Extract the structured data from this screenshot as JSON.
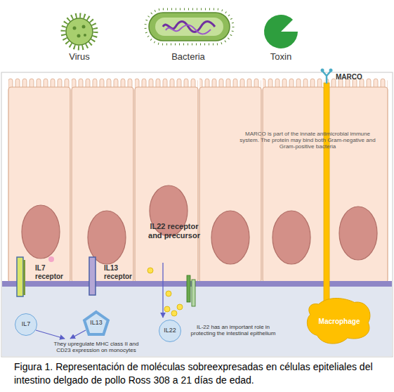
{
  "diagram": {
    "caption": "Figura 1. Representación de moléculas sobreexpresadas en células epiteliales del intestino delgado de pollo Ross 308 a 21 días de edad.",
    "nodes": [
      {
        "text": [
          "IL7"
        ]
      },
      {
        "text": [
          "IL13"
        ]
      },
      {
        "text": [
          "IL22"
        ]
      },
      {
        "text": [
          "Macrophage"
        ]
      }
    ],
    "labels": [
      "Virus",
      "Bacteria",
      "Toxin",
      "MARCO",
      "MARCO is part of the innate antimicrobial immune system. The protein may bind both Gram-negative and Gram-positive bacteria",
      "IL7 receptor",
      "IL13 receptor",
      "IL22 receptor and precursor",
      "They upregulate MHC class II and CD23 expression on monocytes",
      "IL-22 has an important role in protecting the intestinal epithelium"
    ]
  }
}
